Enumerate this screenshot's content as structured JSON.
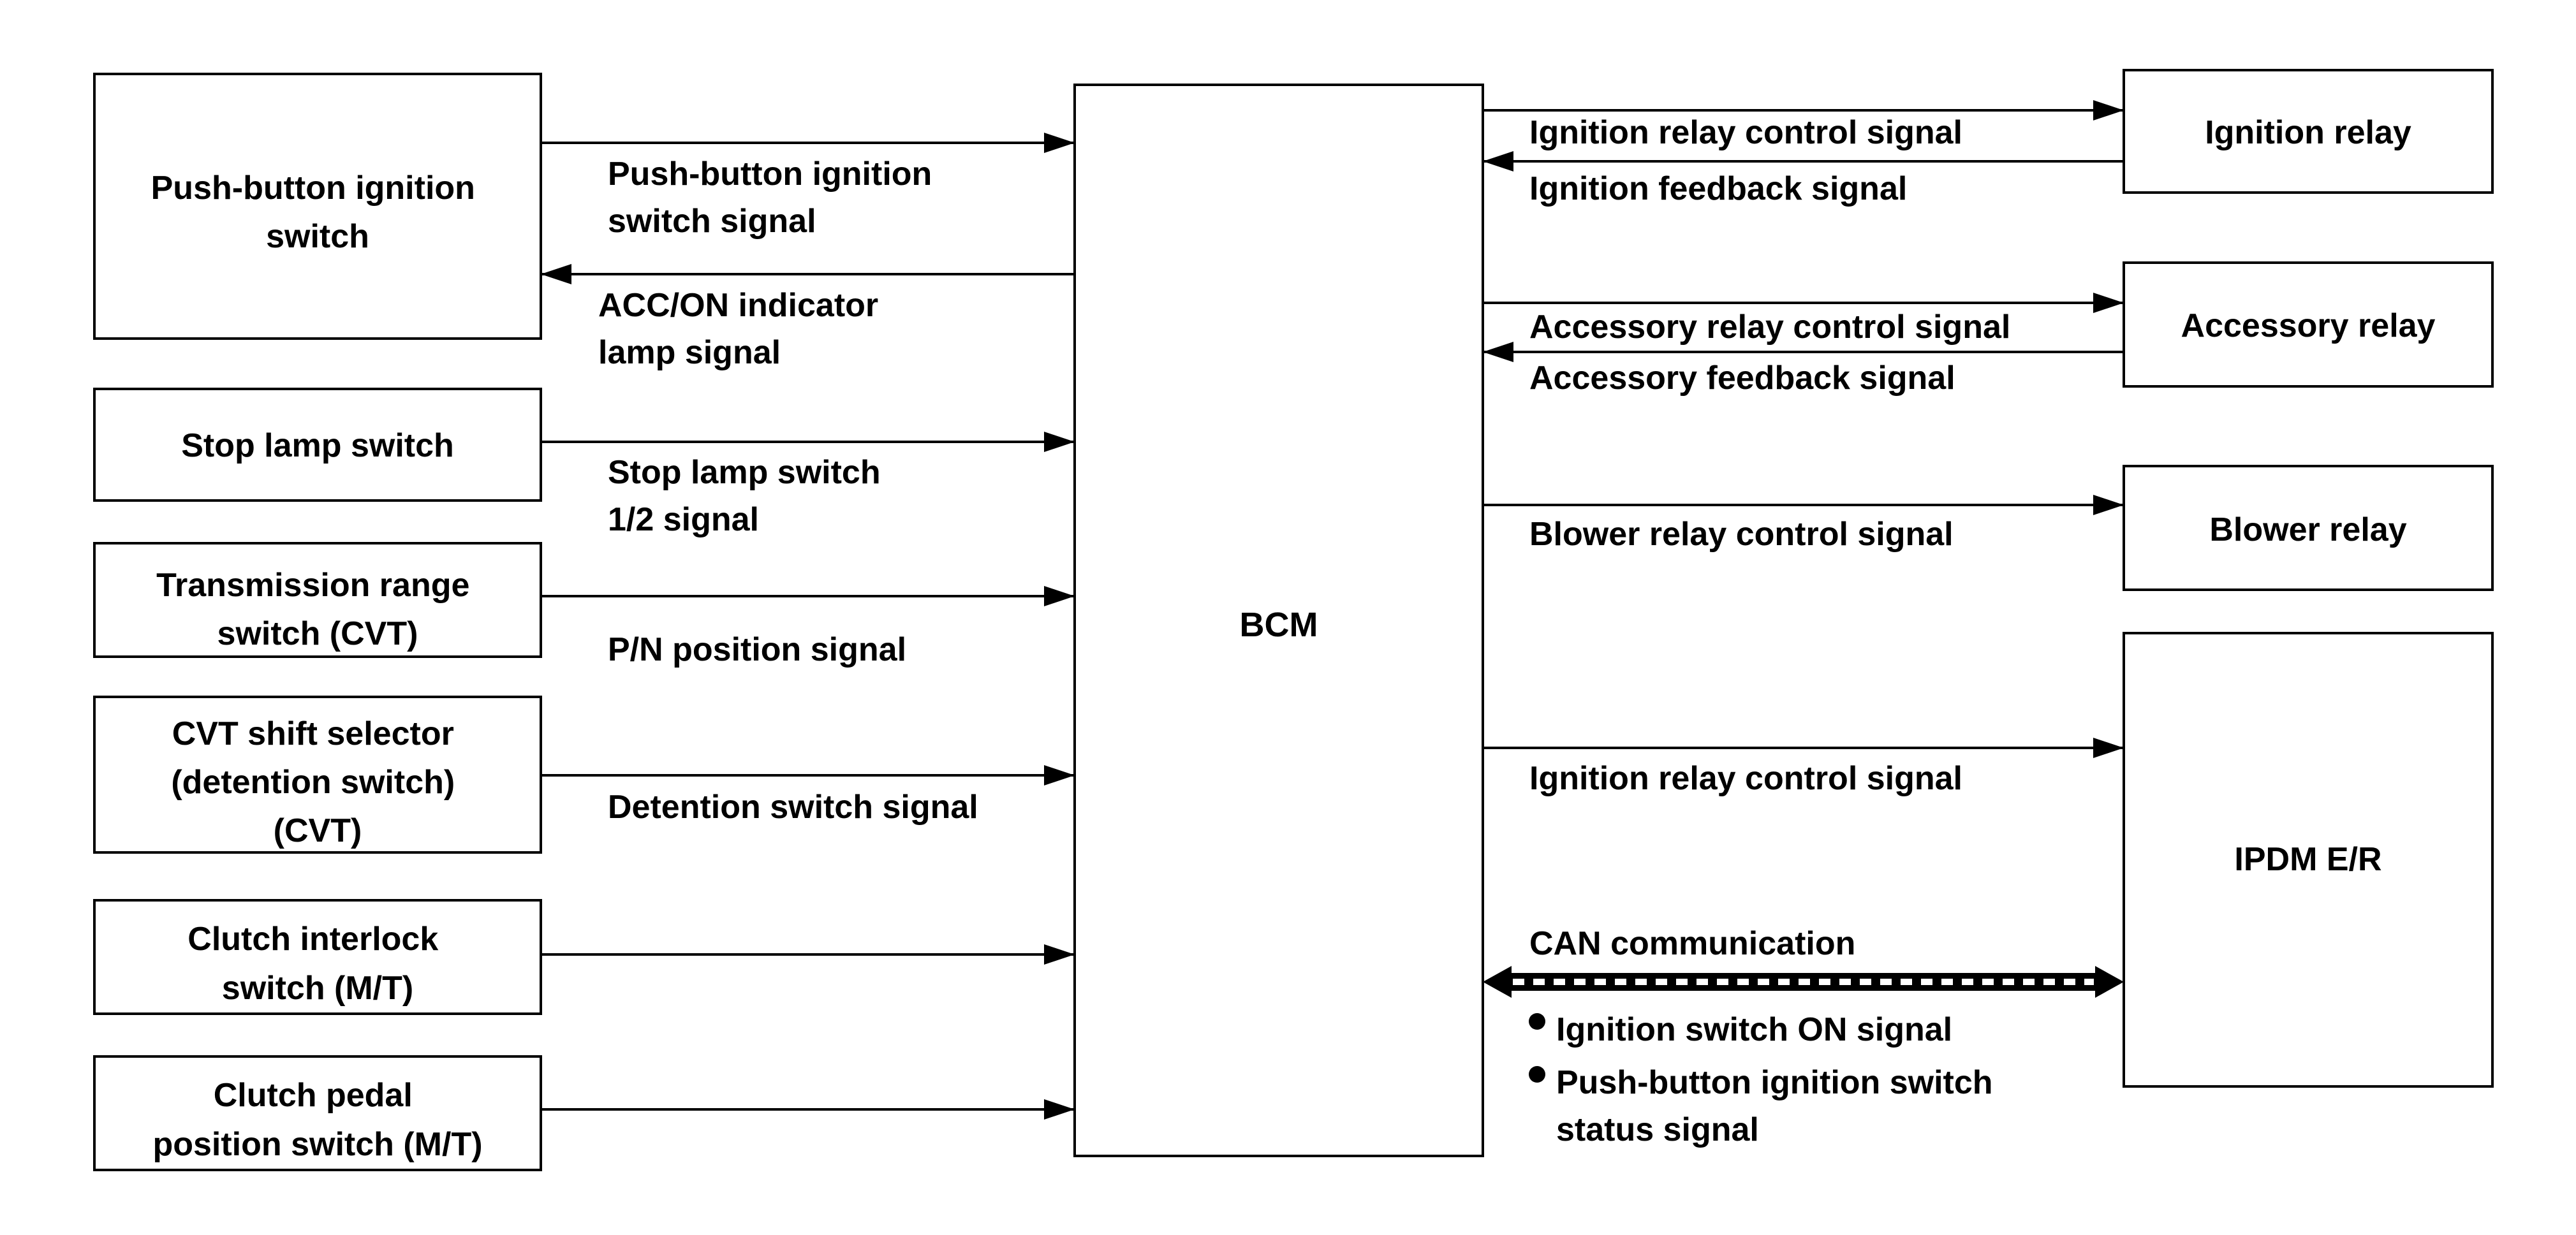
{
  "bcm": {
    "label": "BCM"
  },
  "left_components": [
    {
      "id": "push-button-ignition-switch",
      "lines": [
        "Push-button ignition",
        "switch"
      ]
    },
    {
      "id": "stop-lamp-switch",
      "lines": [
        "Stop lamp switch"
      ]
    },
    {
      "id": "transmission-range-switch",
      "lines": [
        "Transmission range",
        "switch (CVT)"
      ]
    },
    {
      "id": "cvt-shift-selector",
      "lines": [
        "CVT shift selector",
        "(detention switch)",
        "(CVT)"
      ]
    },
    {
      "id": "clutch-interlock-switch",
      "lines": [
        "Clutch interlock",
        "switch (M/T)"
      ]
    },
    {
      "id": "clutch-pedal-position-switch",
      "lines": [
        "Clutch pedal",
        "position switch (M/T)"
      ]
    }
  ],
  "left_signals": [
    {
      "id": "push-button-ignition-switch-signal",
      "direction": "to-bcm",
      "lines": [
        "Push-button ignition",
        "switch signal"
      ]
    },
    {
      "id": "acc-on-indicator-lamp-signal",
      "direction": "from-bcm",
      "lines": [
        "ACC/ON indicator",
        "lamp signal"
      ]
    },
    {
      "id": "stop-lamp-switch-signal",
      "direction": "to-bcm",
      "lines": [
        "Stop lamp switch",
        "1/2 signal"
      ]
    },
    {
      "id": "pn-position-signal",
      "direction": "to-bcm",
      "lines": [
        "P/N position signal"
      ]
    },
    {
      "id": "detention-switch-signal",
      "direction": "to-bcm",
      "lines": [
        "Detention switch signal"
      ]
    },
    {
      "id": "clutch-interlock-signal",
      "direction": "to-bcm",
      "lines": []
    },
    {
      "id": "clutch-pedal-position-signal",
      "direction": "to-bcm",
      "lines": []
    }
  ],
  "right_components": [
    {
      "id": "ignition-relay",
      "lines": [
        "Ignition relay"
      ]
    },
    {
      "id": "accessory-relay",
      "lines": [
        "Accessory relay"
      ]
    },
    {
      "id": "blower-relay",
      "lines": [
        "Blower relay"
      ]
    },
    {
      "id": "ipdm-er",
      "lines": [
        "IPDM E/R"
      ]
    }
  ],
  "right_signals": [
    {
      "id": "ignition-relay-control-signal",
      "direction": "from-bcm",
      "lines": [
        "Ignition relay control signal"
      ]
    },
    {
      "id": "ignition-feedback-signal",
      "direction": "to-bcm",
      "lines": [
        "Ignition feedback signal"
      ]
    },
    {
      "id": "accessory-relay-control-signal",
      "direction": "from-bcm",
      "lines": [
        "Accessory relay control signal"
      ]
    },
    {
      "id": "accessory-feedback-signal",
      "direction": "to-bcm",
      "lines": [
        "Accessory feedback signal"
      ]
    },
    {
      "id": "blower-relay-control-signal",
      "direction": "from-bcm",
      "lines": [
        "Blower relay control signal"
      ]
    },
    {
      "id": "ipdm-ignition-relay-control-signal",
      "direction": "from-bcm",
      "lines": [
        "Ignition relay control signal"
      ]
    }
  ],
  "can": {
    "label": "CAN communication",
    "items": [
      "Ignition switch ON signal",
      "Push-button ignition switch",
      "status signal"
    ]
  },
  "colors": {
    "line": "#000000",
    "background": "#ffffff"
  }
}
